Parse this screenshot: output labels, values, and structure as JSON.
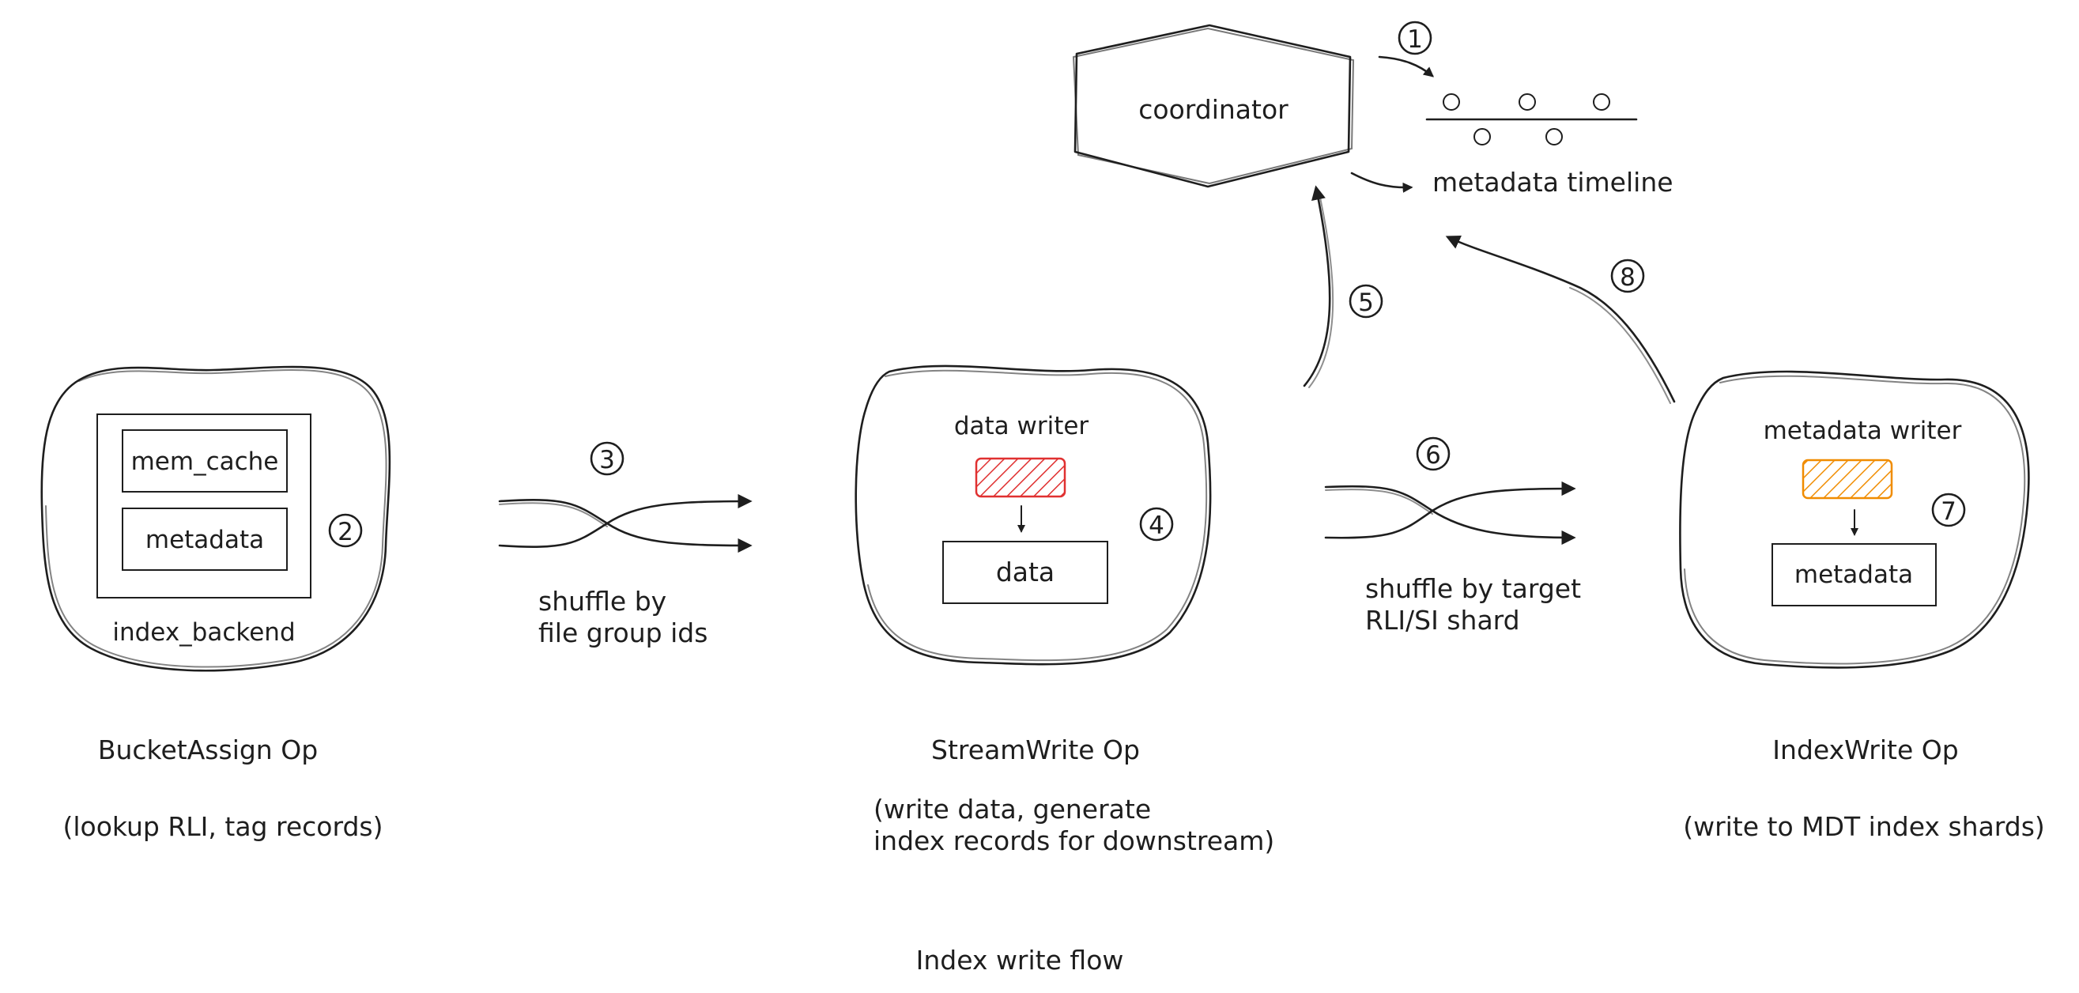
{
  "steps": {
    "s1": "1",
    "s2": "2",
    "s3": "3",
    "s4": "4",
    "s5": "5",
    "s6": "6",
    "s7": "7",
    "s8": "8"
  },
  "coordinator": {
    "label": "coordinator",
    "color": "#ff8787"
  },
  "timeline": {
    "label": "metadata timeline",
    "dot_colors": [
      "#ffc9c9",
      "#a5d8ff",
      "#eebefa",
      "#b2f2bb",
      "#ffec99"
    ]
  },
  "bucket_assign": {
    "mem_cache": "mem_cache",
    "metadata": "metadata",
    "index_backend": "index_backend",
    "title": "BucketAssign Op",
    "description": "(lookup RLI, tag records)",
    "mem_cache_color": "#b2f2bb",
    "metadata_color": "#ffec99"
  },
  "shuffle_a": {
    "line1": "shuffle by",
    "line2": "file group ids"
  },
  "stream_write": {
    "writer_label": "data writer",
    "data_label": "data",
    "title": "StreamWrite Op",
    "description_line1": "(write data, generate",
    "description_line2": "index records for downstream)",
    "writer_color": "#e03131",
    "data_color": "#a5d8ff"
  },
  "shuffle_b": {
    "line1": "shuffle by target",
    "line2": "RLI/SI shard"
  },
  "index_write": {
    "writer_label": "metadata writer",
    "metadata_label": "metadata",
    "title": "IndexWrite Op",
    "description": "(write to MDT index shards)",
    "writer_color": "#f08c00",
    "metadata_color": "#ffec99"
  },
  "caption": "Index write flow"
}
